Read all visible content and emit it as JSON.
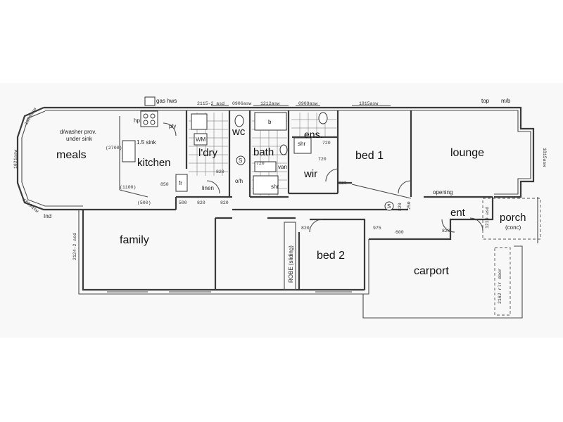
{
  "rooms": {
    "meals": "meals",
    "kitchen": "kitchen",
    "family": "family",
    "laundry": "l'dry",
    "wc": "wc",
    "bath": "bath",
    "ens": "ens.",
    "wir": "wir",
    "bed1": "bed 1",
    "lounge": "lounge",
    "bed2": "bed 2",
    "carport": "carport",
    "ent": "ent",
    "porch": "porch"
  },
  "labels": {
    "gas_hws": "gas hws",
    "ply": "ply",
    "washer_note_1": "d/washer prov.",
    "washer_note_2": "under sink",
    "ss_sink": "1.5 sink",
    "hp": "hp",
    "linen": "linen",
    "oh": "o/h",
    "shr_bath": "shr",
    "shr_ens": "shr",
    "van": "van",
    "opening": "opening",
    "robe": "ROBE (sliding)",
    "porch_sub": "(conc)",
    "top": "top",
    "mb": "m/b",
    "ind": "Ind",
    "fr": "fr",
    "wm": "WM",
    "b": "b",
    "smoke": "S"
  },
  "dimensions": {
    "d2700": "(2700)",
    "d1100": "(1100)",
    "d500": "(500)",
    "d850": "850",
    "d500b": "500",
    "d820a": "820",
    "d820b": "820",
    "d820c": "820",
    "d820d": "820",
    "d820e": "820",
    "d975": "975",
    "d600": "600",
    "d720a": "720",
    "d720b": "720",
    "d720c": "720",
    "d820f": "820",
    "d2115": "2115-2 asd",
    "d0906": "0906asw",
    "d1212": "1212asw",
    "d0909": "0909asw",
    "d1815top": "1815asw",
    "d1815right": "1815asw",
    "d1821": "1821asw",
    "d1809a": "1809asw",
    "d1809b": "1809asw",
    "d2124": "2124-2 asd",
    "d2162": "2162 rlr door",
    "d1210": "1210 asd",
    "d250": "250",
    "d820g": "820"
  }
}
